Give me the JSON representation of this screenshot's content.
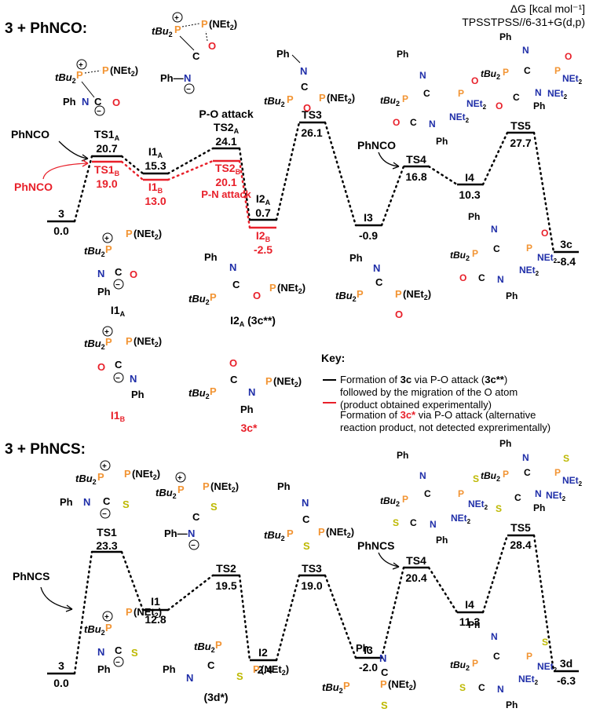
{
  "header": {
    "energy_unit": "ΔG [kcal mol⁻¹]",
    "method": "TPSSTPSS//6-31+G(d,p)"
  },
  "colors": {
    "black": "#000000",
    "red": "#e8202a",
    "phosphorus": "#f29433",
    "nitrogen": "#1f2ea8",
    "oxygen": "#e8202a",
    "sulfur": "#bdb800"
  },
  "panel1": {
    "title": "3 + PhNCO:",
    "reagent_black": "PhNCO",
    "reagent_red": "PhNCO",
    "reagent_ts4": "PhNCO",
    "po_attack": "P-O attack",
    "pn_attack": "P-N attack",
    "levels": {
      "r3": {
        "label": "3",
        "value": "0.0"
      },
      "ts1a": {
        "label": "TS1",
        "sub": "A",
        "value": "20.7"
      },
      "ts1b": {
        "label": "TS1",
        "sub": "B",
        "value": "19.0"
      },
      "i1a": {
        "label": "I1",
        "sub": "A",
        "value": "15.3"
      },
      "i1b": {
        "label": "I1",
        "sub": "B",
        "value": "13.0"
      },
      "ts2a": {
        "label": "TS2",
        "sub": "A",
        "value": "24.1"
      },
      "ts2b": {
        "label": "TS2",
        "sub": "B",
        "value": "20.1"
      },
      "i2a": {
        "label": "I2",
        "sub": "A",
        "value": "0.7"
      },
      "i2b": {
        "label": "I2",
        "sub": "B",
        "value": "-2.5"
      },
      "ts3": {
        "label": "TS3",
        "value": "26.1"
      },
      "i3": {
        "label": "I3",
        "value": "-0.9"
      },
      "ts4": {
        "label": "TS4",
        "value": "16.8"
      },
      "i4": {
        "label": "I4",
        "value": "10.3"
      },
      "ts5": {
        "label": "TS5",
        "value": "27.7"
      },
      "p3c": {
        "label": "3c",
        "value": "-8.4"
      }
    },
    "struct_labels": {
      "i1a": "I1",
      "i1a_sub": "A",
      "i2a": "I2",
      "i2a_sub": "A",
      "i2a_tail": " (3c**)",
      "i1b": "I1",
      "i1b_sub": "B",
      "p3cstar": "3c*"
    }
  },
  "key": {
    "title": "Key:",
    "black_line1_pre": "Formation of ",
    "black_line1_bold": "3c",
    "black_line1_mid": " via P-O attack (",
    "black_line1_bold2": "3c**",
    "black_line1_post": ")",
    "black_line2": "followed by the migration of the O atom",
    "black_line3": "(product obtained experimentally)",
    "red_line1_pre": "Formation of ",
    "red_line1_bold": "3c*",
    "red_line1_post": " via P-O attack (alternative",
    "red_line2": "reaction product, not detected exprerimentally)"
  },
  "panel2": {
    "title": "3 + PhNCS:",
    "reagent": "PhNCS",
    "reagent_ts4": "PhNCS",
    "levels": {
      "r3": {
        "label": "3",
        "value": "0.0"
      },
      "ts1": {
        "label": "TS1",
        "value": "23.3"
      },
      "i1": {
        "label": "I1",
        "value": "12.8"
      },
      "ts2": {
        "label": "TS2",
        "value": "19.5"
      },
      "i2": {
        "label": "I2",
        "value": "-2.4"
      },
      "ts3": {
        "label": "TS3",
        "value": "19.0"
      },
      "i3": {
        "label": "I3",
        "value": "-2.0"
      },
      "ts4": {
        "label": "TS4",
        "value": "20.4"
      },
      "i4": {
        "label": "I4",
        "value": "11.3"
      },
      "ts5": {
        "label": "TS5",
        "value": "28.4"
      },
      "p3d": {
        "label": "3d",
        "value": "-6.3"
      }
    },
    "struct_labels": {
      "p3dstar": "(3d*)"
    }
  },
  "atoms": {
    "P": "P",
    "N": "N",
    "O": "O",
    "S": "S",
    "C": "C",
    "tBu2": "tBu",
    "tBu2_sub": "2",
    "NEt2": "(NEt",
    "NEt2_close": ")",
    "NEt2_sub": "2",
    "NEt": "NEt",
    "Ph": "Ph",
    "Ph_dash": "Ph—",
    "plus": "+",
    "minus": "−"
  }
}
